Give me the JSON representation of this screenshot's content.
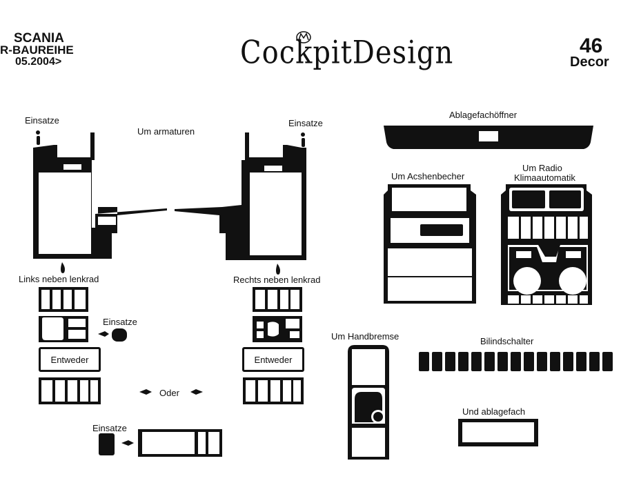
{
  "header": {
    "brand": "SCANIA",
    "series": "R-BAUREIHE",
    "date": "05.2004>",
    "logo_text": "CockpitDesign",
    "number": "46",
    "type": "Decor"
  },
  "labels": {
    "einsatze_top_left": "Einsatze",
    "um_armaturen": "Um armaturen",
    "einsatze_top_right": "Einsatze",
    "ablagefach_offner": "Ablagefachöffner",
    "um_acshenbecher": "Um Acshenbecher",
    "um_radio_line1": "Um Radio",
    "um_radio_line2": "Klimaautomatik",
    "links_neben_lenkrad": "Links neben lenkrad",
    "rechts_neben_lenkrad": "Rechts neben lenkrad",
    "einsatze_mid": "Einsatze",
    "entweder_left": "Entweder",
    "entweder_right": "Entweder",
    "oder": "Oder",
    "einsatze_bottom": "Einsatze",
    "um_handbremse": "Um Handbremse",
    "bilindschalter": "Bilindschalter",
    "und_ablagefach": "Und ablagefach"
  },
  "colors": {
    "part": "#111111",
    "background": "#ffffff"
  }
}
